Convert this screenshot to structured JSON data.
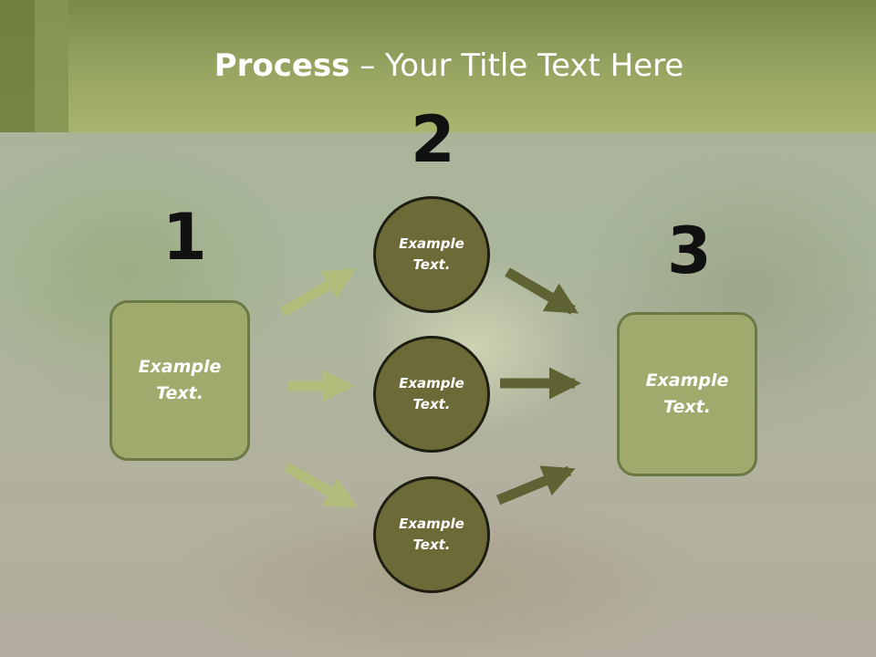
{
  "slide": {
    "title_bold": "Process",
    "title_rest": " – Your Title Text Here"
  },
  "steps": {
    "one": "1",
    "two": "2",
    "three": "3"
  },
  "left_box": "Example Text.",
  "circles": [
    "Example Text.",
    "Example Text.",
    "Example Text."
  ],
  "right_box": "Example Text.",
  "colors": {
    "header": "#a9b56e",
    "box_fill": "#9faa6c",
    "circle_fill": "#6c6b37",
    "left_arrows": "#b2bd7c",
    "right_arrows": "#5f6233"
  }
}
